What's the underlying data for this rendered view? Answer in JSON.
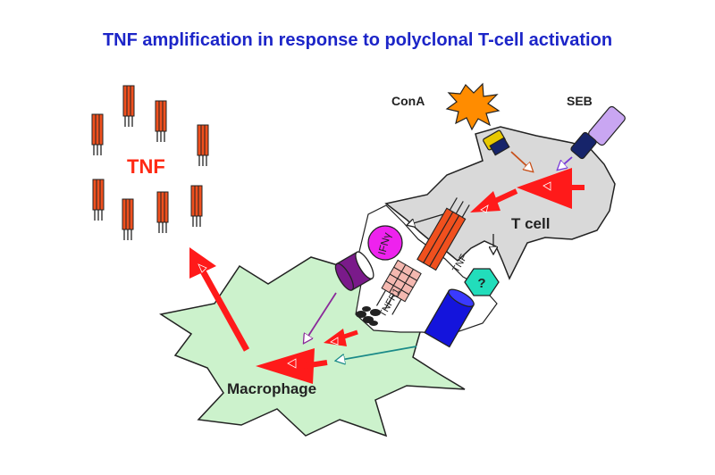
{
  "title": "TNF amplification in response to polyclonal T-cell activation",
  "labels": {
    "conA": "ConA",
    "seb": "SEB",
    "tnf_cloud": "TNF",
    "t_cell": "T cell",
    "macrophage": "Macrophage",
    "ifn": "IFNγ",
    "tnf_receptor_ligand": "TNF",
    "tnfr1": "TNFR1",
    "unknown_factor": "?"
  },
  "colors": {
    "title": "#1c25c8",
    "tnf_label": "#ff2a14",
    "t_cell_fill": "#d9d9d9",
    "macrophage_fill": "#ccf2cc",
    "tnf_molecule": "#f0501e",
    "arrow_red": "#ff1a1a",
    "conA_star": "#ff8c00",
    "seb_fill": "#c9a6f2",
    "ifn_fill": "#ee22ee",
    "receptor_purple": "#7a1a8a",
    "receptor_blue": "#1414dc",
    "tnfr1_fill": "#f4b8b0",
    "question_fill": "#22ddbb"
  }
}
